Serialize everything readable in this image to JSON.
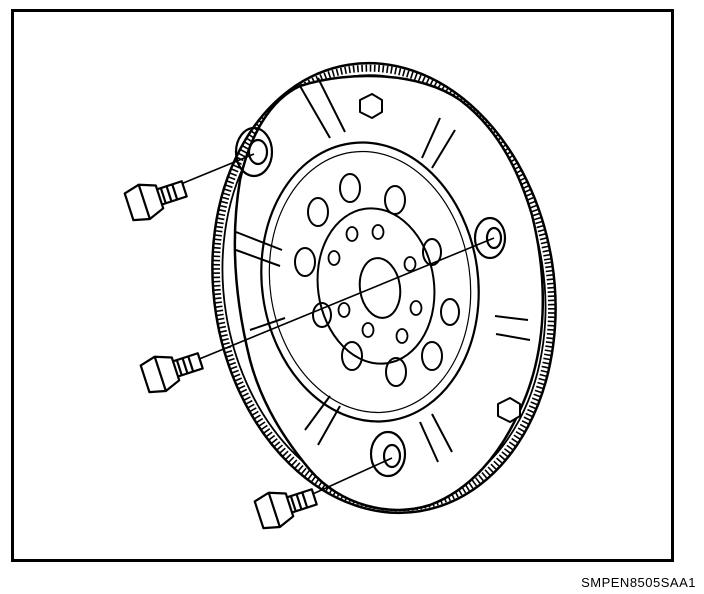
{
  "figure": {
    "code": "SMPEN8505SAA1"
  },
  "colors": {
    "ink": "#000000",
    "paper": "#ffffff"
  },
  "parts": [
    {
      "name": "flywheel",
      "icon": "flywheel-icon"
    },
    {
      "name": "ring-gear",
      "icon": "ring-gear-icon"
    },
    {
      "name": "bolt",
      "icon": "bolt-icon",
      "count": 3
    }
  ]
}
